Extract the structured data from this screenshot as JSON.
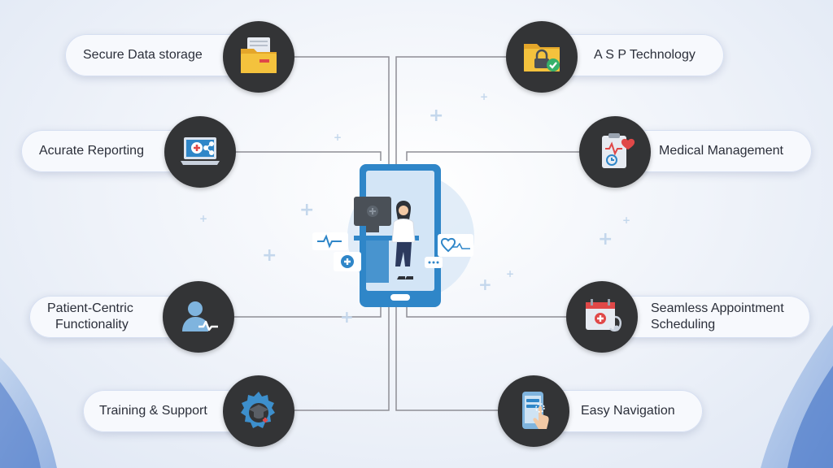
{
  "features": {
    "secure_data_storage": "Secure Data storage",
    "acurate_reporting": "Acurate Reporting",
    "patient_centric_1": "Patient-Centric",
    "patient_centric_2": "Functionality",
    "training_support": "Training & Support",
    "asp_technology": "A S P Technology",
    "medical_management": "Medical Management",
    "appointment_1": "Seamless Appointment",
    "appointment_2": "Scheduling",
    "easy_navigation": "Easy Navigation"
  },
  "icons": {
    "secure_data_storage": "folder-documents-icon",
    "acurate_reporting": "laptop-medical-share-icon",
    "patient_centric": "user-heartbeat-icon",
    "training_support": "gear-graduation-cap-icon",
    "asp_technology": "locked-folder-check-icon",
    "medical_management": "clipboard-heart-icon",
    "appointment": "calendar-stethoscope-icon",
    "easy_navigation": "phone-touch-icon",
    "center": "doctor-at-computer-on-phone-icon"
  },
  "colors": {
    "circle": "#333436",
    "pill": "#f7f9fd",
    "line": "#8e8e95",
    "accent_blue": "#2f86c8",
    "accent_red": "#e04848",
    "folder_yellow": "#f4c23d"
  }
}
